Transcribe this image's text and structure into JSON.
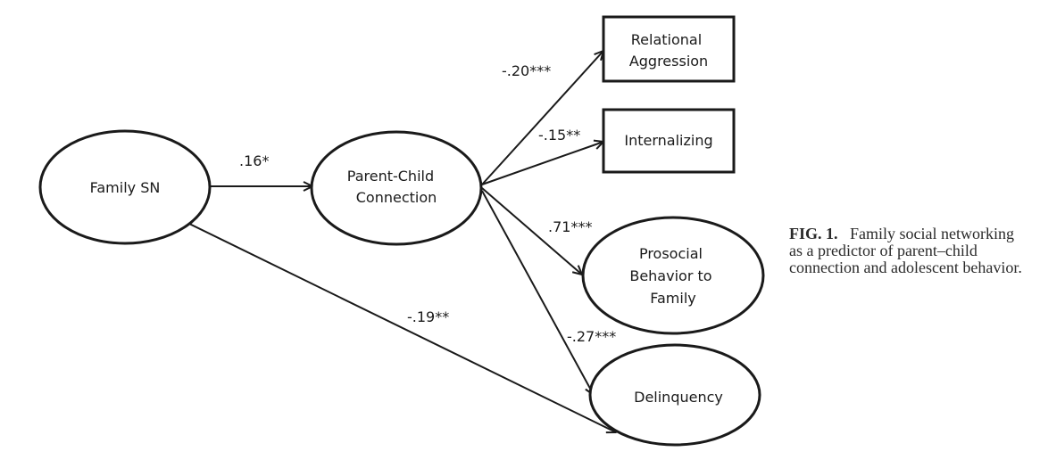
{
  "nodes": {
    "family_sn": {
      "label": [
        "Family SN"
      ],
      "shape": "ellipse"
    },
    "parent_child": {
      "label": [
        "Parent-Child",
        "Connection"
      ],
      "shape": "ellipse"
    },
    "relational_aggression": {
      "label": [
        "Relational",
        "Aggression"
      ],
      "shape": "rect"
    },
    "internalizing": {
      "label": [
        "Internalizing"
      ],
      "shape": "rect"
    },
    "prosocial": {
      "label": [
        "Prosocial",
        "Behavior to",
        "Family"
      ],
      "shape": "ellipse"
    },
    "delinquency": {
      "label": [
        "Delinquency"
      ],
      "shape": "ellipse"
    }
  },
  "edges": {
    "familysn_to_parentchild": {
      "from": "family_sn",
      "to": "parent_child",
      "coef": ".16*"
    },
    "parentchild_to_relagg": {
      "from": "parent_child",
      "to": "relational_aggression",
      "coef": "-.20***"
    },
    "parentchild_to_internal": {
      "from": "parent_child",
      "to": "internalizing",
      "coef": "-.15**"
    },
    "parentchild_to_prosocial": {
      "from": "parent_child",
      "to": "prosocial",
      "coef": ".71***"
    },
    "parentchild_to_delinquency": {
      "from": "parent_child",
      "to": "delinquency",
      "coef": "-.27***"
    },
    "familysn_to_delinquency": {
      "from": "family_sn",
      "to": "delinquency",
      "coef": "-.19**"
    }
  },
  "caption": {
    "label": "FIG. 1.",
    "text": "Family social networking as a predictor of parent–child connection and adolescent behavior."
  }
}
